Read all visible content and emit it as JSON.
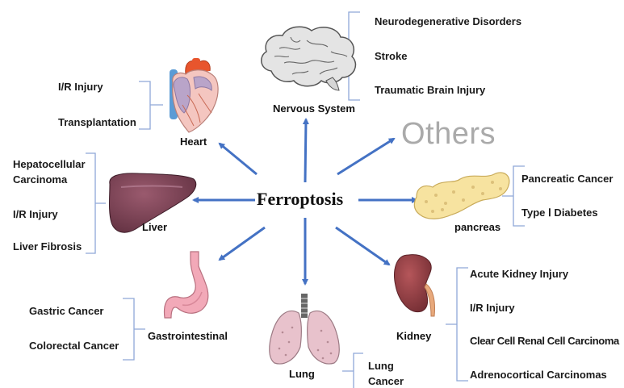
{
  "center_label": "Ferroptosis",
  "others_label": "Others",
  "colors": {
    "arrow": "#4472c4",
    "bracket": "#8fa8d8",
    "others_text": "#aaaaaa"
  },
  "organs": {
    "heart": {
      "name": "Heart",
      "icon": "heart-illustration",
      "diseases": [
        "I/R Injury",
        "Transplantation"
      ]
    },
    "nervous": {
      "name": "Nervous System",
      "icon": "brain-illustration",
      "diseases": [
        "Neurodegenerative Disorders",
        "Stroke",
        "Traumatic Brain Injury"
      ]
    },
    "liver": {
      "name": "Liver",
      "icon": "liver-illustration",
      "diseases": [
        "Hepatocellular",
        "Carcinoma",
        "I/R Injury",
        "Liver Fibrosis"
      ]
    },
    "pancreas": {
      "name": "pancreas",
      "icon": "pancreas-illustration",
      "diseases": [
        "Pancreatic Cancer",
        "Type Ⅰ Diabetes"
      ]
    },
    "gastro": {
      "name": "Gastrointestinal",
      "icon": "stomach-illustration",
      "diseases": [
        "Gastric Cancer",
        "Colorectal Cancer"
      ]
    },
    "lung": {
      "name": "Lung",
      "icon": "lungs-illustration",
      "diseases": [
        "Lung",
        "Cancer"
      ]
    },
    "kidney": {
      "name": "Kidney",
      "icon": "kidney-illustration",
      "diseases": [
        "Acute Kidney Injury",
        "I/R Injury",
        "Clear Cell Renal Cell Carcinoma",
        "Adrenocortical Carcinomas"
      ]
    }
  }
}
